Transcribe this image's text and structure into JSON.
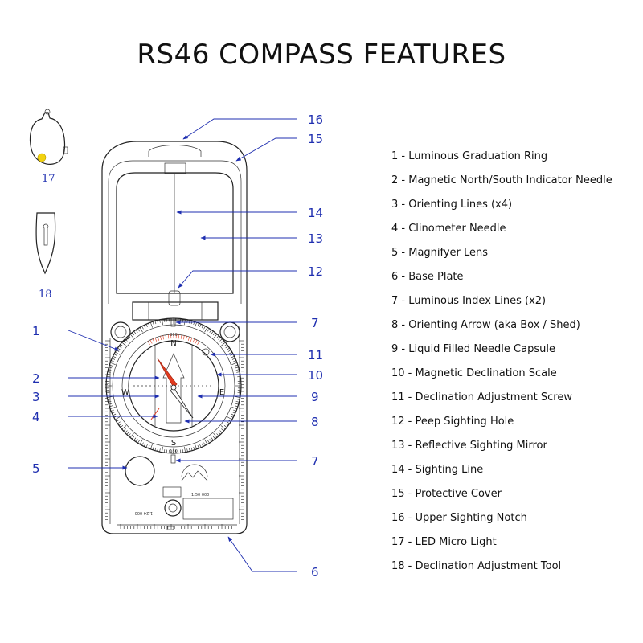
{
  "title": "RS46 COMPASS FEATURES",
  "features": [
    "1 - Luminous Graduation Ring",
    "2 - Magnetic North/South Indicator Needle",
    "3 - Orienting Lines (x4)",
    "4 - Clinometer Needle",
    "5 - Magnifyer Lens",
    "6 - Base Plate",
    "7 - Luminous Index Lines (x2)",
    "8 - Orienting Arrow (aka Box / Shed)",
    "9 - Liquid Filled Needle Capsule",
    "10 - Magnetic Declination Scale",
    "11 - Declination Adjustment Screw",
    "12 - Peep Sighting Hole",
    "13 - Reflective Sighting Mirror",
    "14 - Sighting Line",
    "15 - Protective Cover",
    "16 - Upper Sighting Notch",
    "17 - LED Micro Light",
    "18 - Declination Adjustment Tool"
  ],
  "callouts": {
    "c1": "1",
    "c2": "2",
    "c3": "3",
    "c4": "4",
    "c5": "5",
    "c6": "6",
    "c7a": "7",
    "c7b": "7",
    "c8": "8",
    "c9": "9",
    "c10": "10",
    "c11": "11",
    "c12": "12",
    "c13": "13",
    "c14": "14",
    "c15": "15",
    "c16": "16",
    "c17": "17",
    "c18": "18"
  },
  "dial": {
    "north": "N",
    "south": "S",
    "east": "E",
    "west": "W",
    "bezel_top": "360",
    "bezel_bottom": "180",
    "scale_left": "1:24 000",
    "scale_right": "1:50 000"
  },
  "colors": {
    "callout_blue": "#1f2fb0",
    "needle_red": "#e23b1f",
    "ink": "#222222"
  }
}
